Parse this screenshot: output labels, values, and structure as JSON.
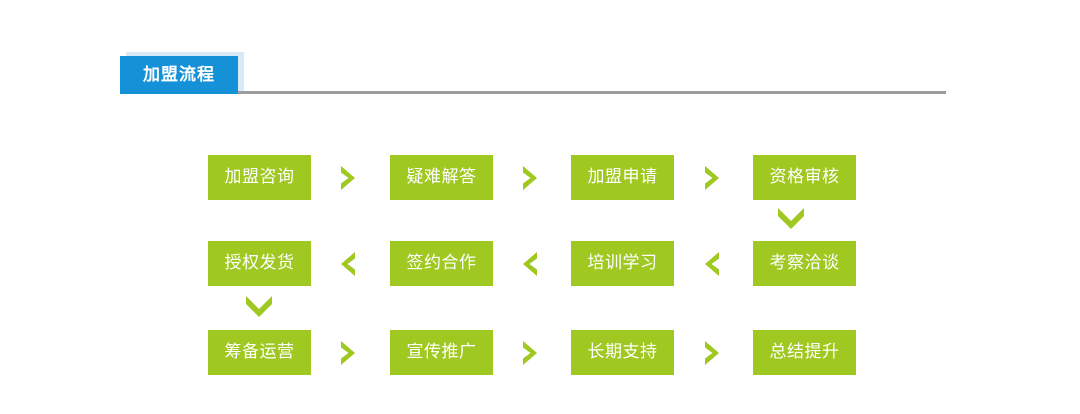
{
  "header": {
    "tab_label": "加盟流程",
    "tab_color": "#1591d8",
    "tab_shadow_color": "#d9e9f5",
    "rule_color": "#9d9d9d"
  },
  "theme": {
    "node_color": "#9fc820",
    "node_text_color": "#ffffff",
    "arrow_color": "#9fc820",
    "background": "#ffffff"
  },
  "flow": {
    "rows": [
      {
        "direction": "right",
        "nodes": [
          {
            "label": "加盟咨询"
          },
          {
            "label": "疑难解答"
          },
          {
            "label": "加盟申请"
          },
          {
            "label": "资格审核"
          }
        ],
        "arrows": [
          {
            "icon": "chevron-right-icon"
          },
          {
            "icon": "chevron-right-icon"
          },
          {
            "icon": "chevron-right-icon"
          }
        ]
      },
      {
        "direction": "left",
        "nodes": [
          {
            "label": "授权发货"
          },
          {
            "label": "签约合作"
          },
          {
            "label": "培训学习"
          },
          {
            "label": "考察洽谈"
          }
        ],
        "arrows": [
          {
            "icon": "chevron-left-icon"
          },
          {
            "icon": "chevron-left-icon"
          },
          {
            "icon": "chevron-left-icon"
          }
        ]
      },
      {
        "direction": "right",
        "nodes": [
          {
            "label": "筹备运营"
          },
          {
            "label": "宣传推广"
          },
          {
            "label": "长期支持"
          },
          {
            "label": "总结提升"
          }
        ],
        "arrows": [
          {
            "icon": "chevron-right-icon"
          },
          {
            "icon": "chevron-right-icon"
          },
          {
            "icon": "chevron-right-icon"
          }
        ]
      }
    ],
    "row_connectors": [
      {
        "icon": "chevron-down-icon",
        "from": "资格审核",
        "to": "考察洽谈"
      },
      {
        "icon": "chevron-down-icon",
        "from": "授权发货",
        "to": "筹备运营"
      }
    ]
  }
}
